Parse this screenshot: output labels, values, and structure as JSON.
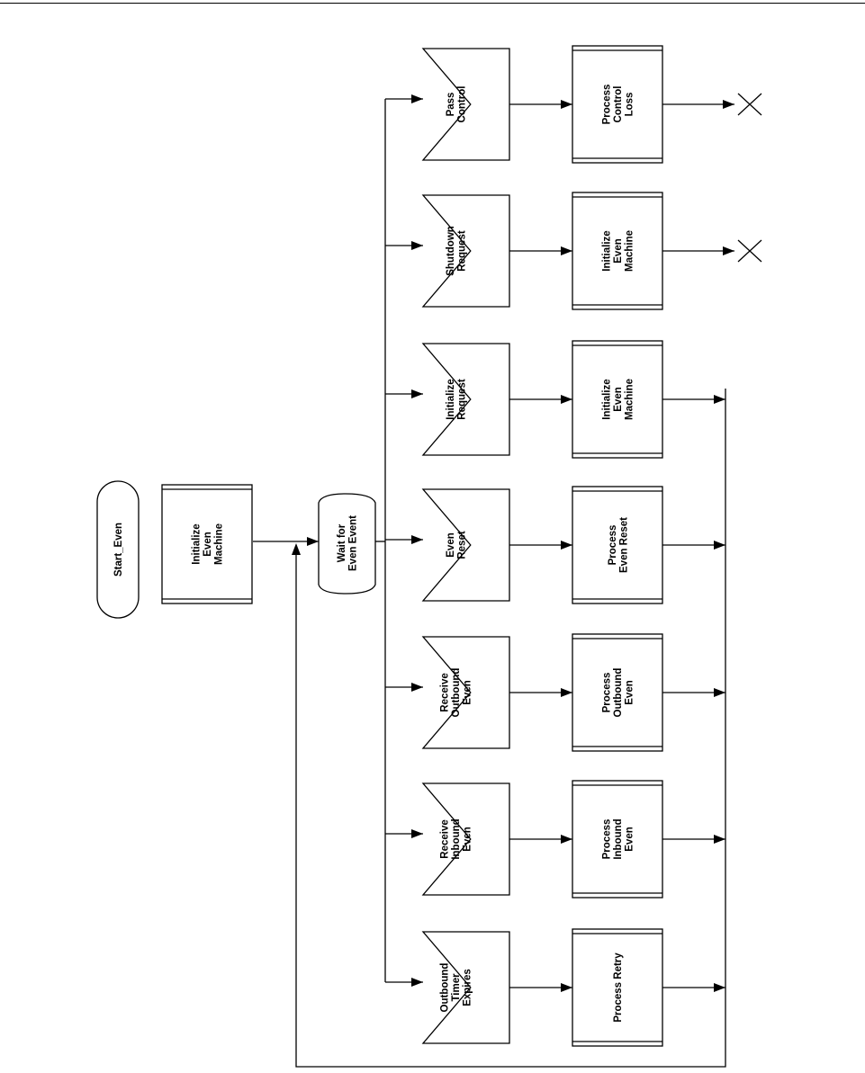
{
  "diagram": {
    "start": {
      "lines": [
        "Start_Even"
      ]
    },
    "init": {
      "lines": [
        "Initialize",
        "Even",
        "Machine"
      ]
    },
    "wait": {
      "lines": [
        "Wait for",
        "Even Event"
      ]
    },
    "branches": [
      {
        "event": [
          "Pass",
          "Control"
        ],
        "process": [
          "Process",
          "Control",
          "Loss"
        ],
        "end": "x"
      },
      {
        "event": [
          "Shutdown",
          "Request"
        ],
        "process": [
          "Initialize",
          "Even",
          "Machine"
        ],
        "end": "x"
      },
      {
        "event": [
          "Initialize",
          "Request"
        ],
        "process": [
          "Initialize",
          "Even",
          "Machine"
        ],
        "end": "return"
      },
      {
        "event": [
          "Even",
          "Reset"
        ],
        "process": [
          "Process",
          "Even Reset"
        ],
        "end": "return"
      },
      {
        "event": [
          "Receive",
          "Outbound",
          "Even"
        ],
        "process": [
          "Process",
          "Outbound",
          "Even"
        ],
        "end": "return"
      },
      {
        "event": [
          "Receive",
          "Inbound",
          "Even"
        ],
        "process": [
          "Process",
          "Inbound",
          "Even"
        ],
        "end": "return"
      },
      {
        "event": [
          "Outbound",
          "Timer",
          "Expires"
        ],
        "process": [
          "Process Retry"
        ],
        "end": "return"
      }
    ]
  }
}
